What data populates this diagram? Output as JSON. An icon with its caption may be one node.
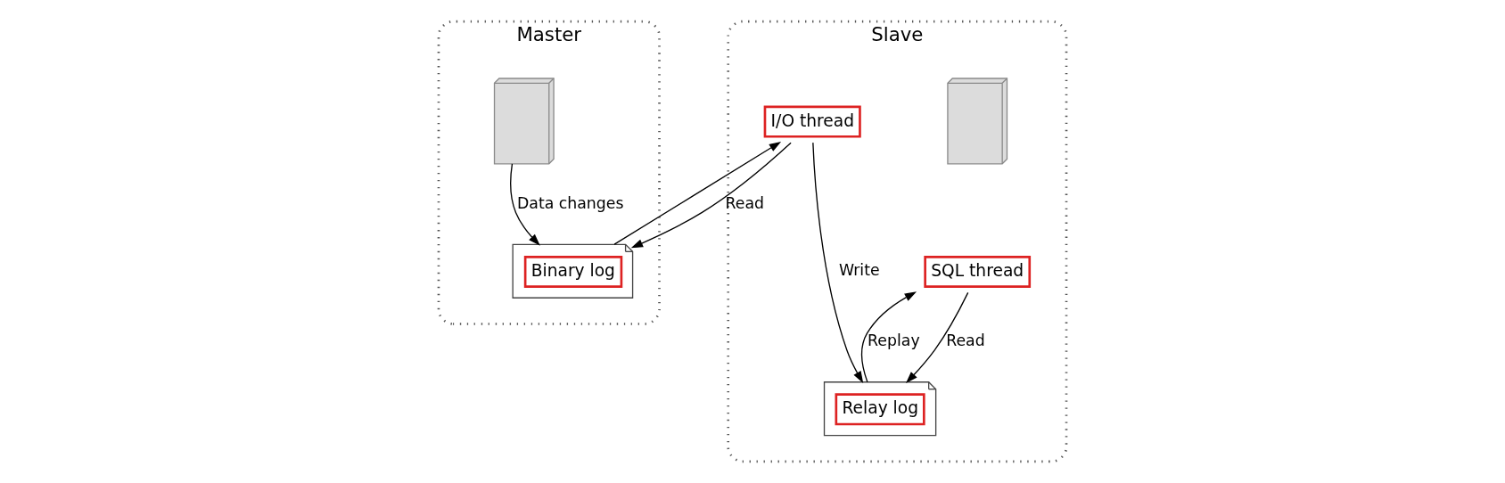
{
  "diagram": {
    "nodes": [
      {
        "text": [
          "Master"
        ]
      },
      {
        "text": [],
        "shape": "picture",
        "in": 0
      },
      {
        "text": [
          "Binary log"
        ],
        "in": 0
      },
      {
        "text": [
          "Slave"
        ]
      },
      {
        "text": [
          "I/O thread"
        ],
        "in": 3
      },
      {
        "text": [],
        "shape": "picture",
        "in": 3
      },
      {
        "text": [
          "SQL thread"
        ],
        "in": 3
      },
      {
        "text": [
          "Relay log"
        ],
        "in": 3
      }
    ],
    "edges": [
      {
        "from": 1,
        "to": 2,
        "arrow": "to",
        "label": "Data changes"
      },
      {
        "from": 4,
        "to": 2,
        "arrow": "to",
        "label": "Read"
      },
      {
        "from": 2,
        "to": 4,
        "arrow": "to"
      },
      {
        "from": 4,
        "to": 7,
        "arrow": "to",
        "label": "Write"
      },
      {
        "from": 6,
        "to": 7,
        "arrow": "to",
        "label": "Read"
      },
      {
        "from": 7,
        "to": 6,
        "arrow": "to",
        "label": "Replay"
      }
    ]
  }
}
